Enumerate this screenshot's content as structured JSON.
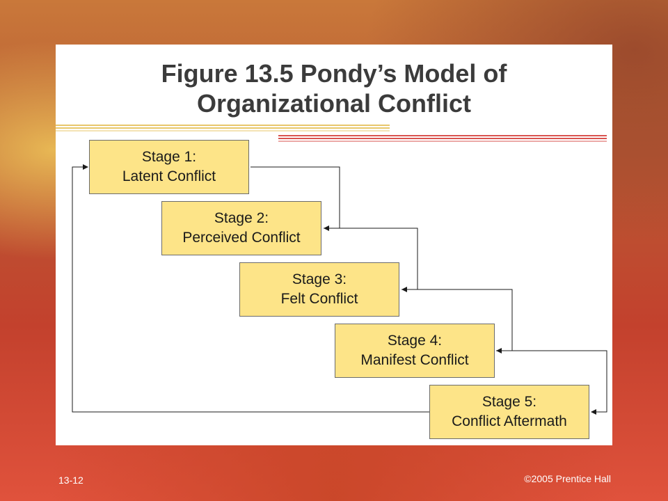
{
  "title": {
    "line1": "Figure 13.5 Pondy’s Model of",
    "line2": "Organizational Conflict"
  },
  "stages": [
    {
      "label": "Stage 1:",
      "name": "Latent Conflict"
    },
    {
      "label": "Stage 2:",
      "name": "Perceived Conflict"
    },
    {
      "label": "Stage 3:",
      "name": "Felt Conflict"
    },
    {
      "label": "Stage 4:",
      "name": "Manifest Conflict"
    },
    {
      "label": "Stage 5:",
      "name": "Conflict Aftermath"
    }
  ],
  "footer": {
    "slide_number": "13-12",
    "copyright": "©2005 Prentice Hall"
  },
  "colors": {
    "box_fill": "#fde488",
    "accent_gold": "#e8c76a",
    "accent_red": "#d9534f"
  }
}
